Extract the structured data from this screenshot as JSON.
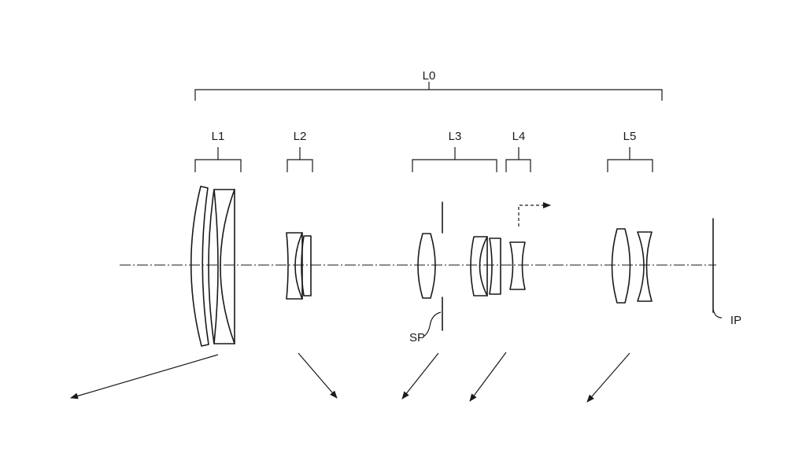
{
  "diagram": {
    "labels": {
      "overall": "L0",
      "group1": "L1",
      "group2": "L2",
      "group3": "L3",
      "group4": "L4",
      "group5": "L5",
      "stop": "SP",
      "image_plane": "IP"
    },
    "colors": {
      "ink": "#1a1a1a",
      "background": "#ffffff"
    }
  }
}
